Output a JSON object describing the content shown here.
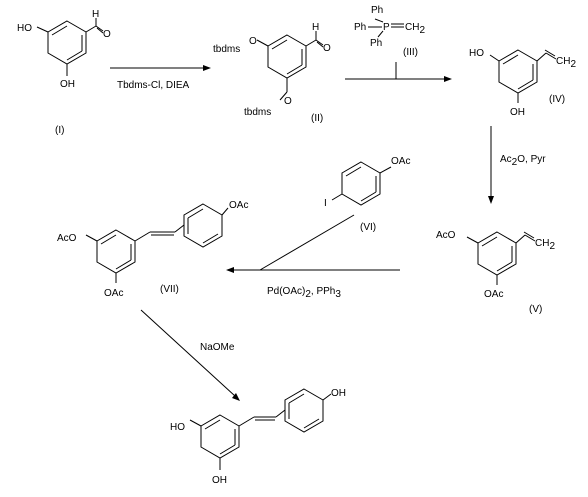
{
  "compounds": {
    "I": {
      "label": "(I)",
      "oh1": "HO",
      "oh2": "OH",
      "ald_h": "H",
      "ald_o": "O"
    },
    "II": {
      "label": "(II)",
      "g1": "tbdms",
      "g2": "tbdms",
      "ald_h": "H",
      "ald_o": "O"
    },
    "III": {
      "label": "(III)",
      "ph1": "Ph",
      "ph2": "Ph",
      "ph3": "Ph",
      "p": "P",
      "ch2": "CH",
      "ch2_sub": "2"
    },
    "IV": {
      "label": "(IV)",
      "oh1": "HO",
      "oh2": "OH",
      "ch2": "CH",
      "ch2_sub": "2"
    },
    "V": {
      "label": "(V)",
      "ac1": "AcO",
      "ac2": "OAc",
      "ch2": "CH",
      "ch2_sub": "2"
    },
    "VI": {
      "label": "(VI)",
      "i": "I",
      "oac": "OAc"
    },
    "VII": {
      "label": "(VII)",
      "ac1": "AcO",
      "ac2": "OAc",
      "ac3": "OAc"
    },
    "final": {
      "oh1": "HO",
      "oh2": "OH",
      "oh3": "OH"
    }
  },
  "reagents": {
    "step1": "Tbdms-Cl, DIEA",
    "step3_a": "Ac",
    "step3_sub": "2",
    "step3_b": "O,  Pyr",
    "step4_a": "Pd(OAc)",
    "step4_sub": "2",
    "step4_b": ",  PPh",
    "step4_sub2": "3",
    "step5": "NaOMe"
  }
}
